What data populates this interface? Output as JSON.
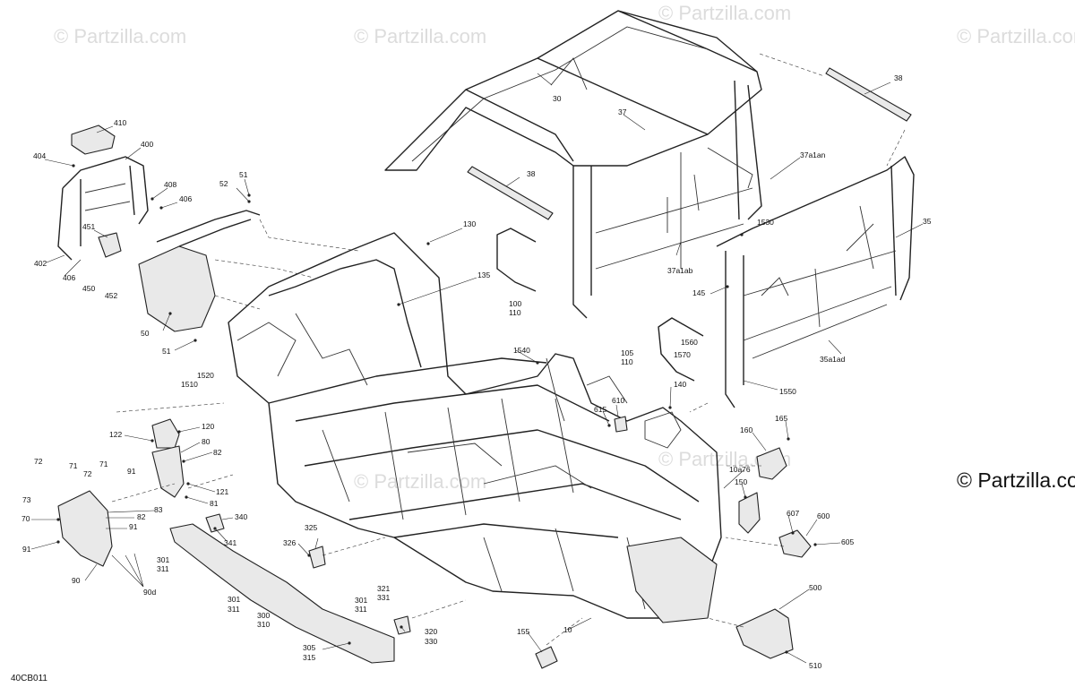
{
  "watermark_text": "© Partzilla.com",
  "copyright": "© Partzilla.com",
  "diagram_code": "40CB011",
  "callouts": {
    "c410": "410",
    "c400": "400",
    "c404": "404",
    "c408": "408",
    "c406a": "406",
    "c451": "451",
    "c402": "402",
    "c406b": "406",
    "c450": "450",
    "c452": "452",
    "c51a": "51",
    "c52": "52",
    "c50": "50",
    "c51b": "51",
    "c1510": "1510",
    "c1520": "1520",
    "c30": "30",
    "c37": "37",
    "c38a": "38",
    "c38b": "38",
    "c37a1an": "37a1an",
    "c130": "130",
    "c135": "135",
    "c100": "100",
    "c110a": "110",
    "c1530": "1530",
    "c35": "35",
    "c37a1ab": "37a1ab",
    "c145": "145",
    "c105": "105",
    "c110b": "110",
    "c1560": "1560",
    "c1570": "1570",
    "c35a1ad": "35a1ad",
    "c1550": "1550",
    "c1540": "1540",
    "c140": "140",
    "c610": "610",
    "c615": "615",
    "c165": "165",
    "c160": "160",
    "c10a76": "10a76",
    "c150": "150",
    "c607": "607",
    "c600": "600",
    "c605": "605",
    "c500": "500",
    "c510": "510",
    "c155": "155",
    "c10": "10",
    "c120": "120",
    "c122": "122",
    "c80": "80",
    "c82a": "82",
    "c72a": "72",
    "c71a": "71",
    "c72b": "72",
    "c71b": "71",
    "c91a": "91",
    "c121": "121",
    "c81": "81",
    "c73": "73",
    "c83": "83",
    "c82b": "82",
    "c70": "70",
    "c91b": "91",
    "c91c": "91",
    "c90": "90",
    "c90d": "90d",
    "c340": "340",
    "c341": "341",
    "c301a": "301",
    "c311a": "311",
    "c325": "325",
    "c326": "326",
    "c301b": "301",
    "c311b": "311",
    "c300": "300",
    "c310": "310",
    "c301c": "301",
    "c311c": "311",
    "c321": "321",
    "c331": "331",
    "c320": "320",
    "c330": "330",
    "c305": "305",
    "c315": "315"
  }
}
